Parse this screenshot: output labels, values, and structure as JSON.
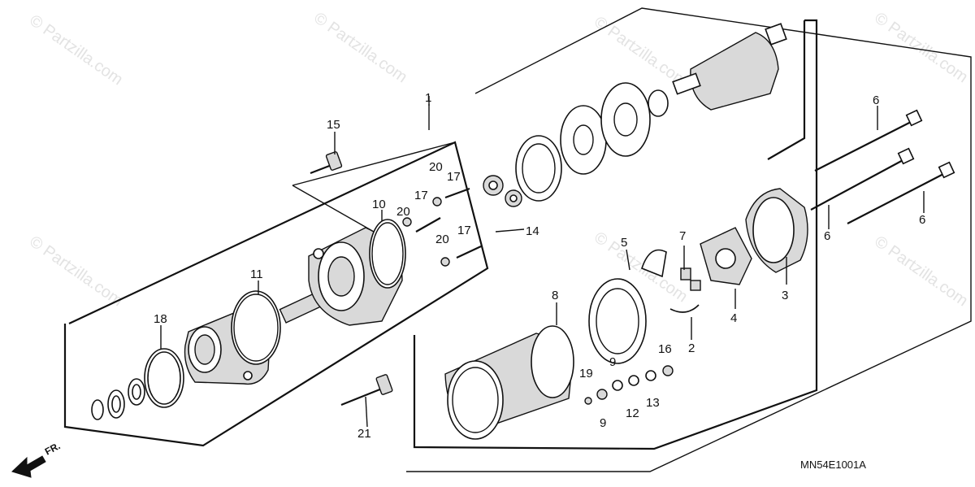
{
  "watermark": "© Partzilla.com",
  "diagram_code": "MN54E1001A",
  "direction_label": "FR.",
  "callouts": {
    "c1": "1",
    "c2": "2",
    "c3": "3",
    "c4": "4",
    "c5": "5",
    "c6a": "6",
    "c6b": "6",
    "c6c": "6",
    "c7": "7",
    "c8": "8",
    "c9a": "9",
    "c9b": "9",
    "c10": "10",
    "c11": "11",
    "c12": "12",
    "c13": "13",
    "c14": "14",
    "c15": "15",
    "c16": "16",
    "c17a": "17",
    "c17b": "17",
    "c17c": "17",
    "c18": "18",
    "c19": "19",
    "c20a": "20",
    "c20b": "20",
    "c20c": "20",
    "c21": "21"
  }
}
